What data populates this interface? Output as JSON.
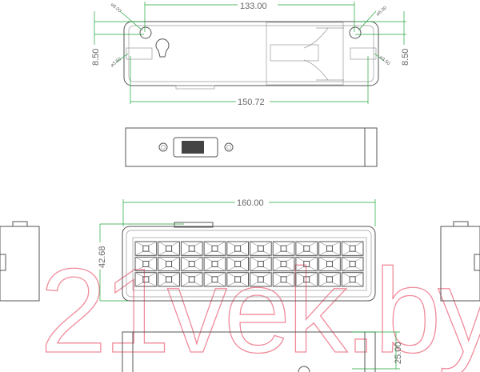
{
  "watermark": "21vek.by",
  "colors": {
    "dimension": "#1fa53a",
    "outline": "#555555",
    "watermark": "#f08a9a"
  },
  "top_view": {
    "hole_spacing": "133.00",
    "overall_width": "150.72",
    "left_vertical": "8.50",
    "right_vertical": "8.50",
    "hole_dia_left": "⌀6.00",
    "hole_dia_right": "⌀6.00",
    "slot_dia_left": "⌀3.50",
    "slot_dia_right": "⌀3.50"
  },
  "front_view": {
    "length": "160.00",
    "height": "42.68",
    "led_rows": 3,
    "led_cols": 10
  },
  "bottom_view": {
    "depth": "25.00"
  }
}
